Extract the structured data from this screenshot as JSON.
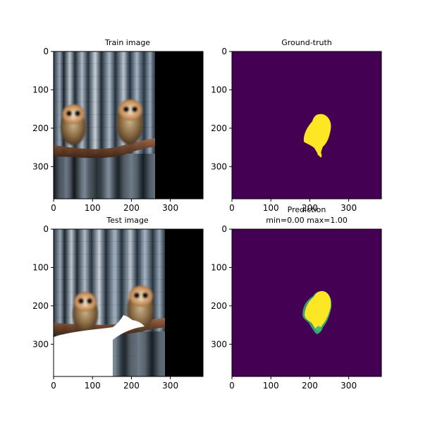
{
  "chart_data": [
    {
      "type": "image",
      "title": "Train image",
      "xlim": [
        0,
        384
      ],
      "ylim": [
        384,
        0
      ],
      "xticks": [
        0,
        100,
        200,
        300
      ],
      "yticks": [
        0,
        100,
        200,
        300
      ],
      "content": "cage with two owls on a branch; image width ~260, remainder black"
    },
    {
      "type": "image",
      "title": "Ground-truth",
      "xlim": [
        0,
        384
      ],
      "ylim": [
        384,
        0
      ],
      "xticks": [
        0,
        100,
        200,
        300
      ],
      "yticks": [
        0,
        100,
        200,
        300
      ],
      "colors": {
        "background": "#440154",
        "foreground": "#fde725"
      },
      "content": "binary mask of owl on right"
    },
    {
      "type": "image",
      "title": "Test image",
      "xlim": [
        0,
        384
      ],
      "ylim": [
        384,
        0
      ],
      "xticks": [
        0,
        100,
        200,
        300
      ],
      "yticks": [
        0,
        100,
        200,
        300
      ],
      "content": "cage with two owls, a hand reaching to right owl; image width ~285, remainder black"
    },
    {
      "type": "image",
      "title": "Prediction",
      "subtitle": "min=0.00 max=1.00",
      "xlim": [
        0,
        384
      ],
      "ylim": [
        384,
        0
      ],
      "xticks": [
        0,
        100,
        200,
        300
      ],
      "yticks": [
        0,
        100,
        200,
        300
      ],
      "colors": {
        "background": "#440154",
        "foreground": "#fde725",
        "edge": "#35b779"
      },
      "content": "predicted mask of owl on right"
    }
  ]
}
